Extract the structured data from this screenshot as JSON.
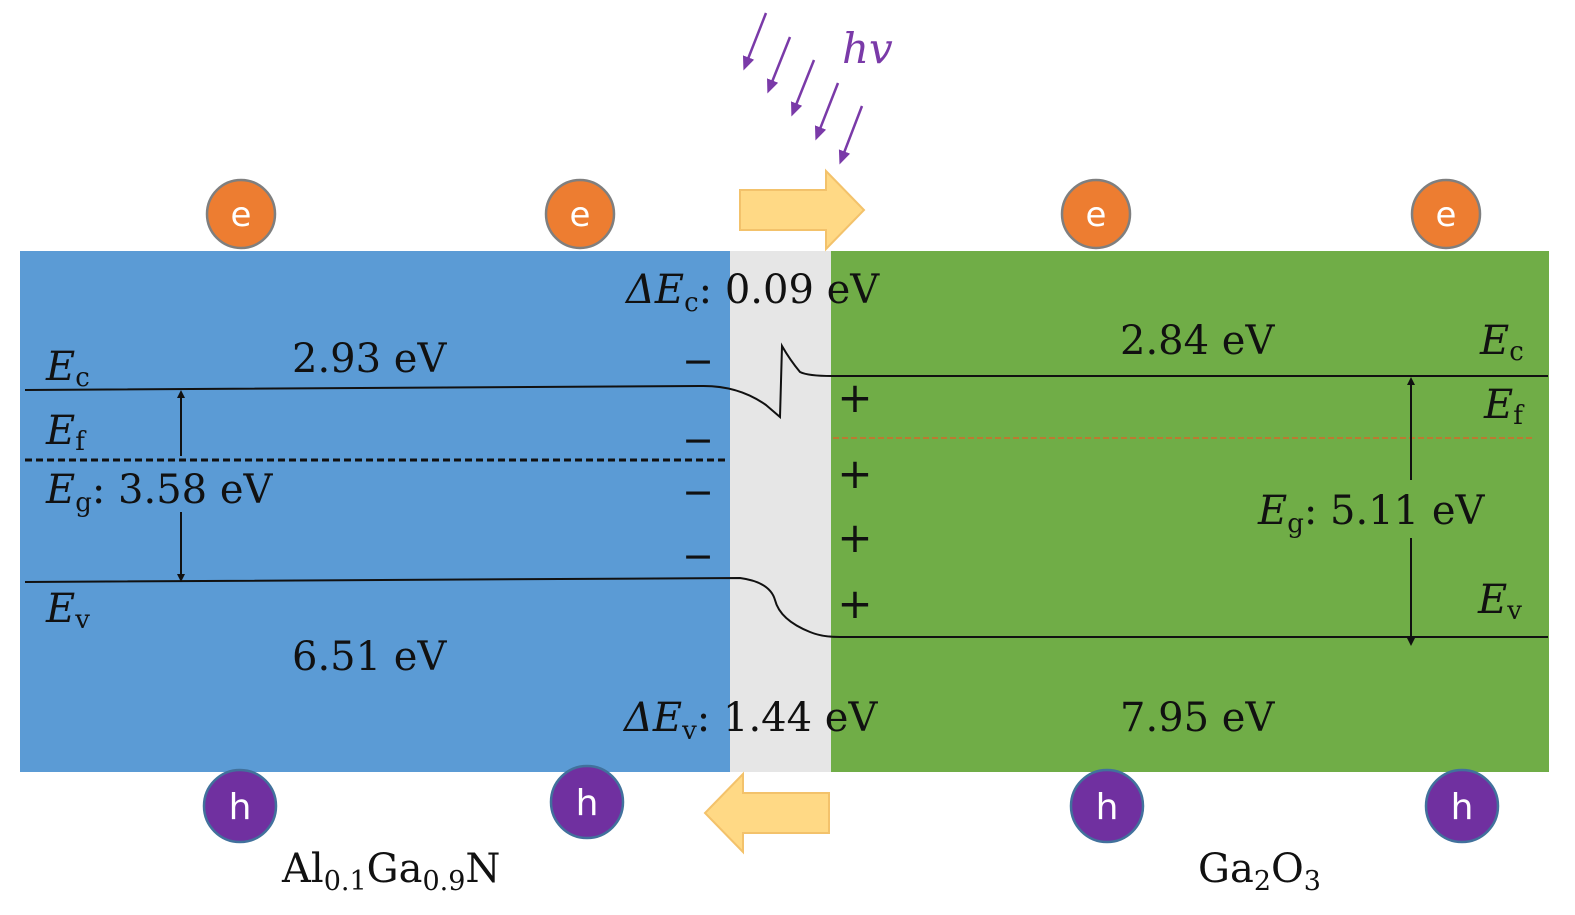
{
  "photon": {
    "label": "hv",
    "color": "#7a3aa8"
  },
  "colors": {
    "left_region": "#5b9bd5",
    "right_region": "#70ad47",
    "junction": "#e6e6e6",
    "electron": "#ed7d31",
    "hole": "#7030a0",
    "arrow_fill": "#ffd985",
    "arrow_stroke": "#f3c26b",
    "fermi_right": "#d46a2a"
  },
  "left": {
    "material": {
      "main": "Al",
      "s1": "0.1",
      "mid": "Ga",
      "s2": "0.9",
      "end": "N"
    },
    "ec_label": {
      "main": "E",
      "sub": "c"
    },
    "ef_label": {
      "main": "E",
      "sub": "f"
    },
    "ev_label": {
      "main": "E",
      "sub": "v"
    },
    "eg": {
      "main": "E",
      "sub": "g",
      "value": ": 3.58 eV"
    },
    "ec_energy": "2.93 eV",
    "ev_energy": "6.51 eV"
  },
  "right": {
    "material": {
      "main": "Ga",
      "s1": "2",
      "mid": "O",
      "s2": "3"
    },
    "ec_label": {
      "main": "E",
      "sub": "c"
    },
    "ef_label": {
      "main": "E",
      "sub": "f"
    },
    "ev_label": {
      "main": "E",
      "sub": "v"
    },
    "eg": {
      "main": "E",
      "sub": "g",
      "value": ": 5.11 eV"
    },
    "ec_energy": "2.84 eV",
    "ev_energy": "7.95 eV"
  },
  "junction": {
    "delta_ec": {
      "main": "ΔE",
      "sub": "c",
      "value": ": 0.09 eV"
    },
    "delta_ev": {
      "main": "ΔE",
      "sub": "v",
      "value": ": 1.44 eV"
    }
  },
  "charges": {
    "electron": "e",
    "hole": "h",
    "minus": "−",
    "plus": "+"
  }
}
